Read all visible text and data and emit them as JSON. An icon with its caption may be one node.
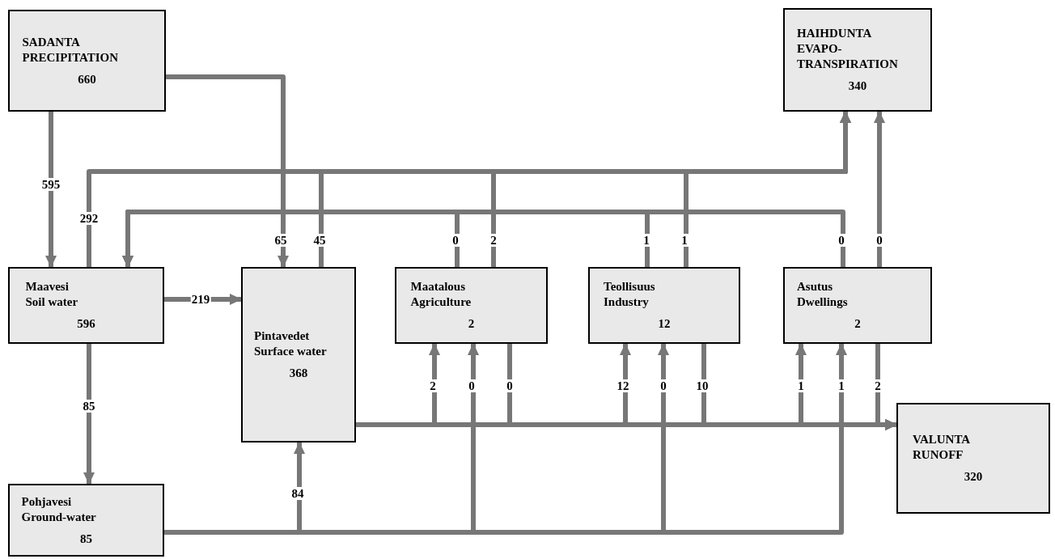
{
  "diagram": {
    "nodes": [
      {
        "text": [
          "SADANTA",
          "PRECIPITATION",
          "660"
        ]
      },
      {
        "text": [
          "HAIHDUNTA",
          "EVAPO-TRANSPIRATION",
          "340"
        ]
      },
      {
        "text": [
          "Maavesi",
          "Soil water",
          "596"
        ]
      },
      {
        "text": [
          "Pintavedet",
          "Surface water",
          "368"
        ]
      },
      {
        "text": [
          "Maatalous",
          "Agriculture",
          "2"
        ]
      },
      {
        "text": [
          "Teollisuus",
          "Industry",
          "12"
        ]
      },
      {
        "text": [
          "Asutus",
          "Dwellings",
          "2"
        ]
      },
      {
        "text": [
          "VALUNTA",
          "RUNOFF",
          "320"
        ]
      },
      {
        "text": [
          "Pohjavesi",
          "Ground-water",
          "85"
        ]
      }
    ],
    "edges": [
      {
        "from": 0,
        "to": 2,
        "arrow": "to",
        "label": "595"
      },
      {
        "from": 0,
        "to": 3,
        "arrow": "to",
        "label": "65"
      },
      {
        "from": 2,
        "to": 1,
        "arrow": "to",
        "label": "292"
      },
      {
        "from": 3,
        "to": 1,
        "arrow": "to",
        "label": "45"
      },
      {
        "from": 4,
        "to": 1,
        "arrow": "to",
        "label": "2"
      },
      {
        "from": 5,
        "to": 1,
        "arrow": "to",
        "label": "1"
      },
      {
        "from": 6,
        "to": 1,
        "arrow": "to",
        "label": "0"
      },
      {
        "from": 4,
        "to": 2,
        "arrow": "to",
        "label": "0"
      },
      {
        "from": 5,
        "to": 2,
        "arrow": "to",
        "label": "1"
      },
      {
        "from": 6,
        "to": 2,
        "arrow": "to",
        "label": "0"
      },
      {
        "from": 2,
        "to": 3,
        "arrow": "to",
        "label": "219"
      },
      {
        "from": 2,
        "to": 8,
        "arrow": "to",
        "label": "85"
      },
      {
        "from": 3,
        "to": 7,
        "arrow": "to"
      },
      {
        "from": 3,
        "to": 4,
        "arrow": "to",
        "label": "2"
      },
      {
        "from": 4,
        "to": 7,
        "arrow": "to",
        "label": "0"
      },
      {
        "from": 3,
        "to": 5,
        "arrow": "to",
        "label": "12"
      },
      {
        "from": 5,
        "to": 7,
        "arrow": "to",
        "label": "10"
      },
      {
        "from": 3,
        "to": 6,
        "arrow": "to",
        "label": "1"
      },
      {
        "from": 6,
        "to": 7,
        "arrow": "to",
        "label": "2"
      },
      {
        "from": 8,
        "to": 3,
        "arrow": "to",
        "label": "84"
      },
      {
        "from": 8,
        "to": 4,
        "arrow": "to",
        "label": "0"
      },
      {
        "from": 8,
        "to": 5,
        "arrow": "to",
        "label": "0"
      },
      {
        "from": 8,
        "to": 6,
        "arrow": "to",
        "label": "1"
      }
    ]
  }
}
